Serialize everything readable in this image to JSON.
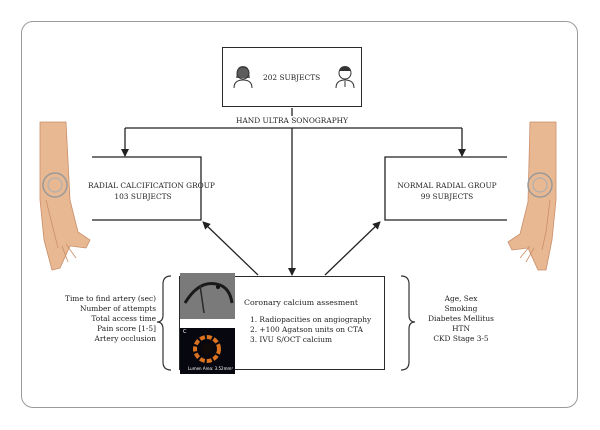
{
  "subjects": {
    "label": "202 SUBJECTS"
  },
  "hand_us": {
    "label": "HAND ULTRA SONOGRAPHY"
  },
  "radial_calc": {
    "title": "RADIAL CALCIFICATION GROUP",
    "count": "103 SUBJECTS"
  },
  "normal_radial": {
    "title": "NORMAL RADIAL GROUP",
    "count": "99 SUBJECTS"
  },
  "calcium": {
    "title": "Coronary calcium assesment",
    "items": [
      "1. Radiopacities on angiography",
      "2. +100 Agatson units on CTA",
      "3. IVU S/OCT calcium"
    ]
  },
  "outcomes": [
    "Time to find artery (sec)",
    "Number of attempts",
    "Total access time",
    "Pain score [1-5]",
    "Artery occlusion"
  ],
  "risk_factors": [
    "Age, Sex",
    "Smoking",
    "Diabetes Mellitus",
    "HTN",
    "CKD Stage 3-5"
  ],
  "oct_image": {
    "panel_letter": "C",
    "caption": "Lumen Area: 3.52mm²"
  }
}
